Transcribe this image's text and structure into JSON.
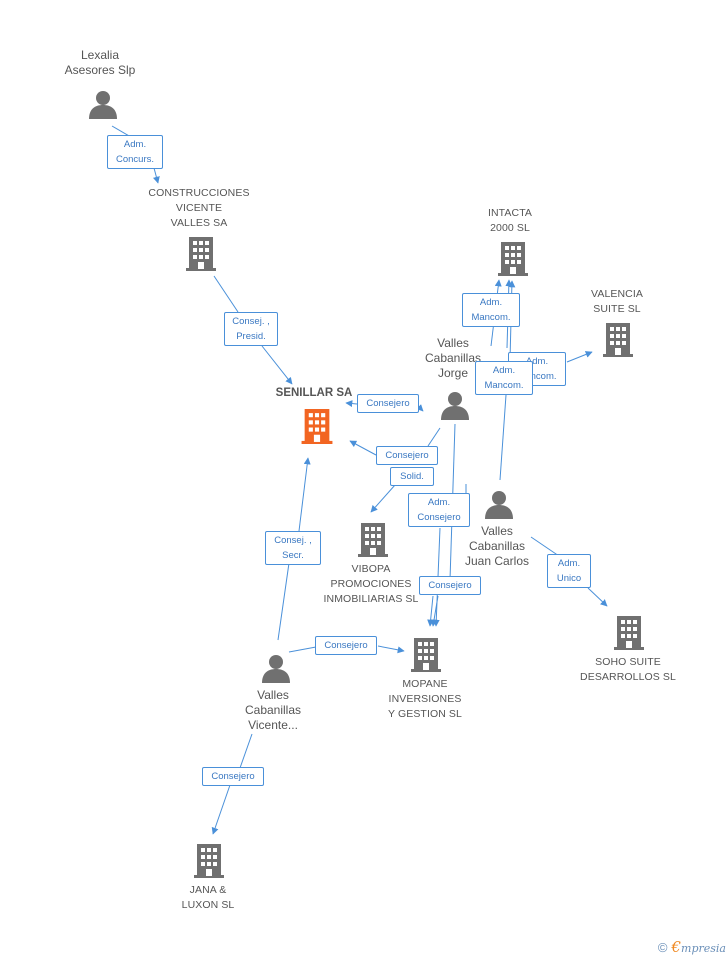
{
  "diagram": {
    "focus_color": "#f26522",
    "company_color": "#707070",
    "person_color": "#707070",
    "edge_color": "#4a90d9",
    "nodes": {
      "lexalia": {
        "label": "Lexalia\nAsesores Slp",
        "type": "person"
      },
      "construcciones": {
        "label": "CONSTRUCCIONES\nVICENTE\nVALLES SA",
        "type": "company"
      },
      "intacta": {
        "label": "INTACTA\n2000 SL",
        "type": "company"
      },
      "valencia": {
        "label": "VALENCIA\nSUITE SL",
        "type": "company"
      },
      "senillar": {
        "label": "SENILLAR SA",
        "type": "focus"
      },
      "jorge": {
        "label": "Valles\nCabanillas\nJorge",
        "type": "person"
      },
      "juan_carlos": {
        "label": "Valles\nCabanillas\nJuan Carlos",
        "type": "person"
      },
      "vibopa": {
        "label": "VIBOPA\nPROMOCIONES\nINMOBILIARIAS SL",
        "type": "company"
      },
      "mopane": {
        "label": "MOPANE\nINVERSIONES\nY GESTION SL",
        "type": "company"
      },
      "soho": {
        "label": "SOHO SUITE\nDESARROLLOS SL",
        "type": "company"
      },
      "vicente": {
        "label": "Valles\nCabanillas\nVicente...",
        "type": "person"
      },
      "jana": {
        "label": "JANA &\nLUXON SL",
        "type": "company"
      }
    },
    "edges": {
      "e1": {
        "label": "Adm.\nConcurs."
      },
      "e2": {
        "label": "Consej. ,\nPresid."
      },
      "e3": {
        "label": "Adm.\nMancom."
      },
      "e4": {
        "label": "Adm.\nMancom."
      },
      "e5": {
        "label": "Adm.\nMancom."
      },
      "e6": {
        "label": "Consejero"
      },
      "e7": {
        "label": "Consejero"
      },
      "e8": {
        "label": "Solid."
      },
      "e9": {
        "label": "Adm.\nConsejero"
      },
      "e10": {
        "label": "Consejero"
      },
      "e11": {
        "label": "Adm.\nUnico"
      },
      "e12": {
        "label": "Consej. ,\nSecr."
      },
      "e13": {
        "label": "Consejero"
      },
      "e14": {
        "label": "Consejero"
      }
    }
  },
  "footer": {
    "copyright": "©",
    "brand_initial": "€",
    "brand_rest": "mpresia"
  }
}
